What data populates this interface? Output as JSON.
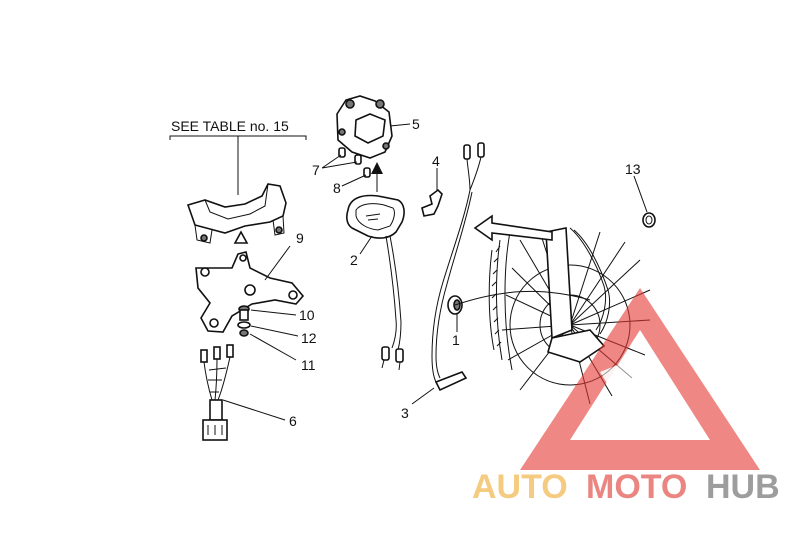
{
  "diagram": {
    "header_note": "SEE TABLE no. 15",
    "callouts": [
      "1",
      "2",
      "3",
      "4",
      "5",
      "6",
      "7",
      "8",
      "9",
      "10",
      "11",
      "12",
      "13"
    ]
  },
  "watermark": {
    "part1": "AUTO",
    "part2": "MOTO",
    "part3": "HUB",
    "colors": {
      "auto": "#f3c36a",
      "moto": "#e8706c",
      "hub": "#8c8c8c",
      "triangle": "#e53a35"
    }
  }
}
